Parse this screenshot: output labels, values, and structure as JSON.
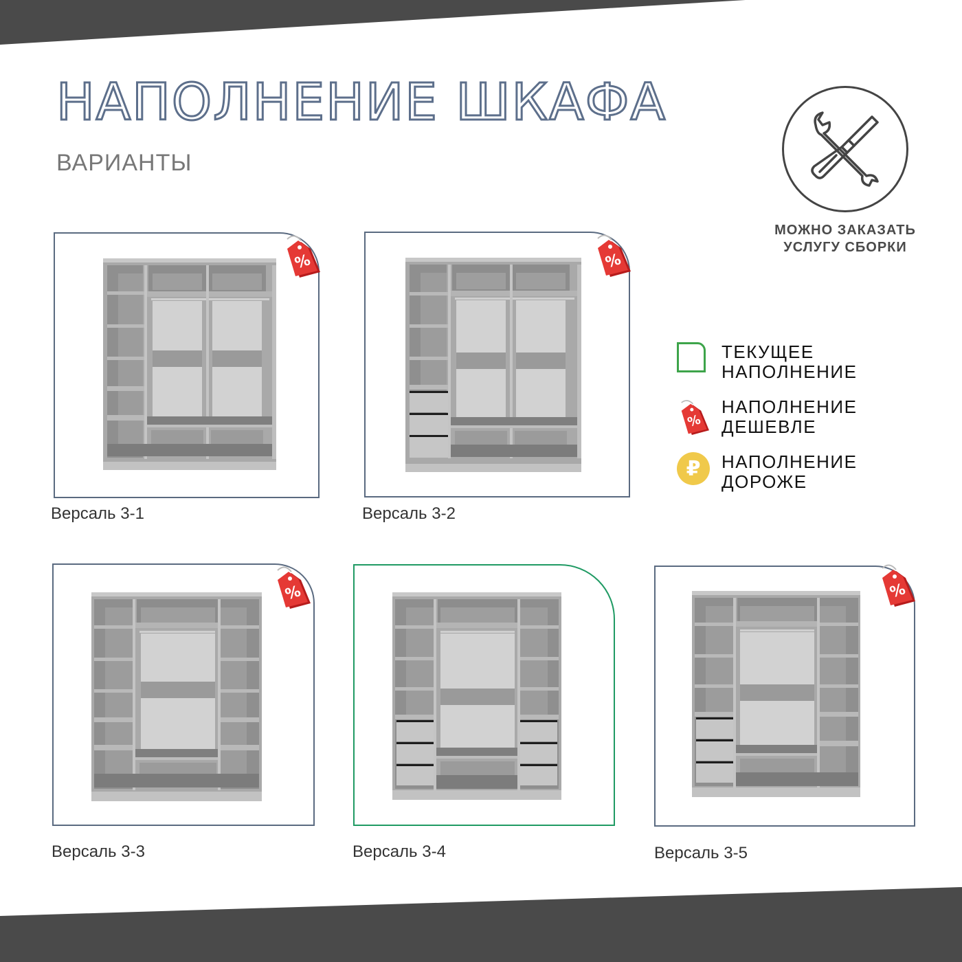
{
  "header": {
    "title": "НАПОЛНЕНИЕ ШКАФА",
    "subtitle": "ВАРИАНТЫ"
  },
  "assembly": {
    "icon": "wrench-screwdriver-icon",
    "line1": "МОЖНО ЗАКАЗАТЬ",
    "line2": "УСЛУГУ СБОРКИ"
  },
  "legend": {
    "items": [
      {
        "icon": "green-frame-icon",
        "line1": "ТЕКУЩЕЕ",
        "line2": "НАПОЛНЕНИЕ"
      },
      {
        "icon": "discount-tag-icon",
        "line1": "НАПОЛНЕНИЕ",
        "line2": "ДЕШЕВЛЕ"
      },
      {
        "icon": "ruble-coin-icon",
        "symbol": "₽",
        "line1": "НАПОЛНЕНИЕ",
        "line2": "ДОРОЖЕ"
      }
    ]
  },
  "colors": {
    "banner": "#4a4a4a",
    "title_outline": "#5d6f8b",
    "card_border": "#5a6a80",
    "current_border": "#1f9a63",
    "legend_green": "#3da44a",
    "tag_red": "#e53935",
    "coin_yellow": "#f0c94a"
  },
  "variants": [
    {
      "label": "Версаль 3-1",
      "current": false,
      "badge": "discount-tag",
      "layout": "shelves-left, 2 hanging sections"
    },
    {
      "label": "Версаль 3-2",
      "current": false,
      "badge": "discount-tag",
      "layout": "shelves + 3 drawers left, 2 hanging sections"
    },
    {
      "label": "Версаль 3-3",
      "current": false,
      "badge": "discount-tag",
      "layout": "shelves both sides, 1 hanging section"
    },
    {
      "label": "Версаль 3-4",
      "current": true,
      "badge": "",
      "layout": "shelves + 3 drawers both sides, 1 hanging section"
    },
    {
      "label": "Версаль 3-5",
      "current": false,
      "badge": "discount-tag",
      "layout": "shelves + 3 drawers left, shelves right, 1 hanging section"
    }
  ]
}
